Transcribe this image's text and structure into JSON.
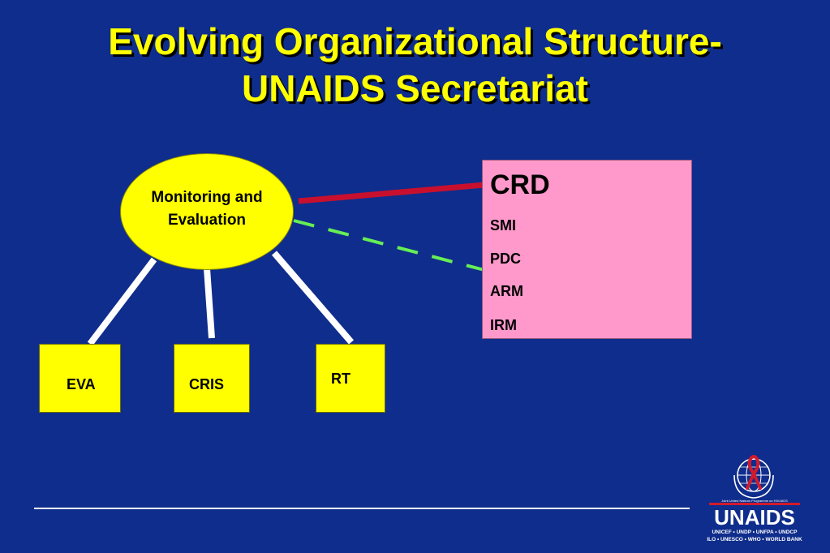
{
  "title": {
    "line1": "Evolving Organizational Structure-",
    "line2": "UNAIDS Secretariat"
  },
  "hub": {
    "label": "Monitoring and Evaluation"
  },
  "units": [
    {
      "label": "EVA"
    },
    {
      "label": "CRIS"
    },
    {
      "label": "RT"
    }
  ],
  "linked_department": {
    "title": "CRD",
    "items": [
      "SMI",
      "PDC",
      "ARM",
      "IRM"
    ]
  },
  "logo": {
    "tagline": "Joint United Nations Programme on HIV/AIDS",
    "wordmark": "UNAIDS",
    "sponsors_line1": "UNICEF • UNDP • UNFPA • UNDCP",
    "sponsors_line2": "ILO • UNESCO • WHO • WORLD BANK",
    "icon": "un-emblem-with-red-ribbon-icon"
  },
  "colors": {
    "background": "#0f2d8c",
    "title": "#ffff00",
    "node_fill": "#ffff00",
    "department_fill": "#ff99cc",
    "solid_link": "#c8102e",
    "dashed_link": "#66ee55",
    "branch_lines": "#ffffff"
  }
}
